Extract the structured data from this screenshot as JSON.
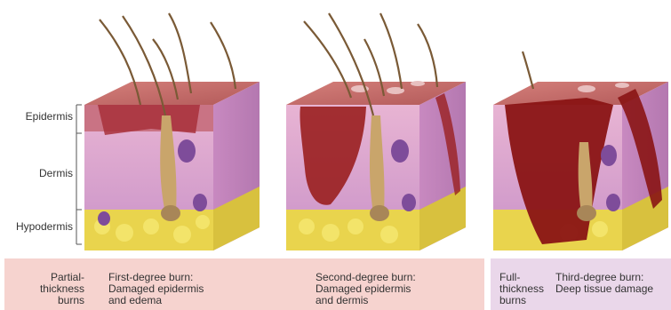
{
  "layers": {
    "epidermis": "Epidermis",
    "dermis": "Dermis",
    "hypodermis": "Hypodermis"
  },
  "bottom": {
    "partial": {
      "line1": "Partial-",
      "line2": "thickness",
      "line3": "burns"
    },
    "first": {
      "line1": "First-degree burn:",
      "line2": "Damaged epidermis",
      "line3": "and edema"
    },
    "second": {
      "line1": "Second-degree burn:",
      "line2": "Damaged epidermis",
      "line3": "and dermis"
    },
    "full": {
      "line1": "Full-",
      "line2": "thickness",
      "line3": "burns"
    },
    "third": {
      "line1": "Third-degree burn:",
      "line2": "Deep tissue damage"
    }
  },
  "colors": {
    "partial_bg": "#f6d3cf",
    "full_bg": "#ead7ea",
    "skin_top": "#c06a6a",
    "burn": "#9a1f1f",
    "dermis": "#d9a6cf",
    "fat": "#e7d24c"
  }
}
